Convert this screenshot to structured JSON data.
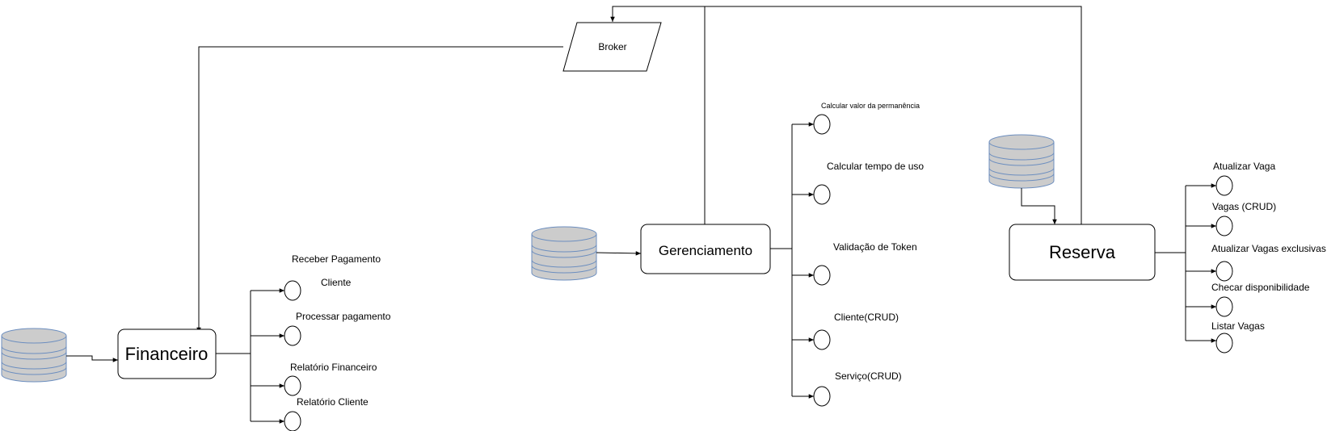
{
  "broker": {
    "label": "Broker"
  },
  "services": {
    "financeiro": {
      "label": "Financeiro",
      "interfaces": [
        "Receber Pagamento",
        "Cliente",
        "Processar pagamento",
        "Relatório Financeiro",
        "Relatório Cliente"
      ]
    },
    "gerenciamento": {
      "label": "Gerenciamento",
      "interfaces": [
        "Calcular valor da permanência",
        "Calcular tempo de uso",
        "Validação de Token",
        "Cliente(CRUD)",
        "Serviço(CRUD)"
      ]
    },
    "reserva": {
      "label": "Reserva",
      "interfaces": [
        "Atualizar Vaga",
        "Vagas (CRUD)",
        "Atualizar Vagas exclusivas",
        "Checar disponibilidade",
        "Listar Vagas"
      ]
    }
  },
  "colors": {
    "db_fill": "#cccccc",
    "db_stroke": "#6c8ebf",
    "line": "#000000"
  }
}
